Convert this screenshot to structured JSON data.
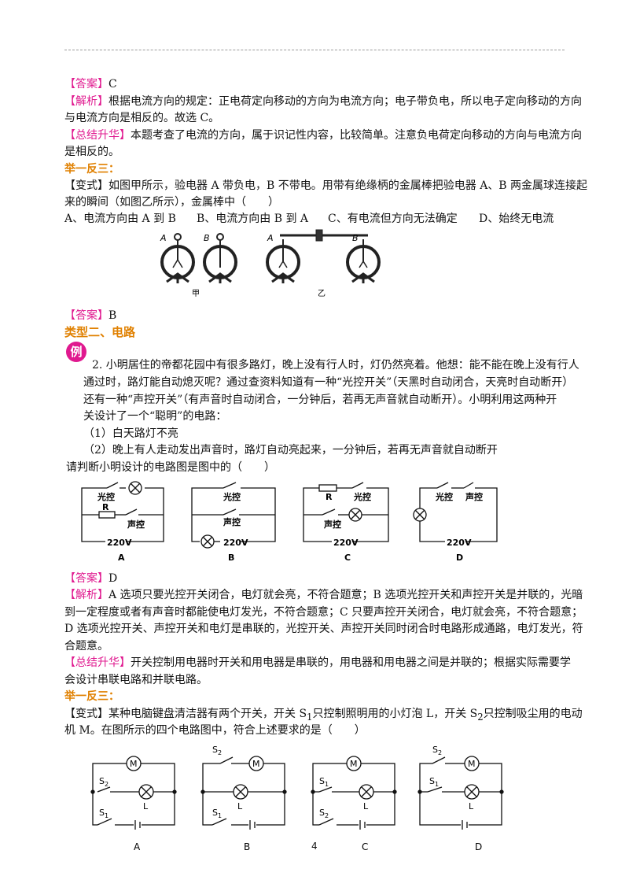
{
  "answer1": {
    "tag": "【答案】",
    "text": "C"
  },
  "analysis1": {
    "tag": "【解析】",
    "line1": "根据电流方向的规定：正电荷定向移动的方向为电流方向；电子带负电，所以电子定向移动的方向",
    "line2": "与电流方向是相反的。故选 C。"
  },
  "summary1": {
    "tag": "【总结升华】",
    "line1": "本题考查了电流的方向，属于识记性内容，比较简单。注意负电荷定向移动的方向与电流方向",
    "line2": "是相反的。"
  },
  "ju1": "举一反三：",
  "variant1": {
    "tag": "【变式】",
    "line1": "如图甲所示，验电器 A 带负电，B 不带电。用带有绝缘柄的金属棒把验电器 A、B 两金属球连接起",
    "line2": "来的瞬间（如图乙所示），金属棒中（　　）"
  },
  "options1": [
    "A、电流方向由 A 到 B",
    "B、电流方向由 B 到 A",
    "C、有电流但方向无法确定",
    "D、始终无电流"
  ],
  "fig1": {
    "label_a": "A",
    "label_b": "B",
    "caption_left": "甲",
    "caption_right": "乙"
  },
  "answer2": {
    "tag": "【答案】",
    "text": "B"
  },
  "type2": "类型二、电路",
  "example_badge": "例",
  "q2": {
    "line1": "2. 小明居住的帝都花园中有很多路灯，晚上没有行人时，灯仍然亮着。他想：能不能在晚上没有行人",
    "line2": "通过时，路灯能自动熄灭呢？通过查资料知道有一种“光控开关”（天黑时自动闭合，天亮时自动断开）",
    "line3": "还有一种“声控开关”（有声音时自动闭合，一分钟后，若再无声音就自动断开）。小明利用这两种开",
    "line4": "关设计了一个“聪明”的电路：",
    "line5": "（1）白天路灯不亮",
    "line6": "（2）晚上有人走动发出声音时，路灯自动亮起来，一分钟后，若再无声音就自动断开",
    "line7": "请判断小明设计的电路图是图中的（　　）"
  },
  "fig2": {
    "light": "光控",
    "sound": "声控",
    "r": "R",
    "voltage": "220V",
    "labels": [
      "A",
      "B",
      "C",
      "D"
    ]
  },
  "answer3": {
    "tag": "【答案】",
    "text": "D"
  },
  "analysis3": {
    "tag": "【解析】",
    "line1": "A 选项只要光控开关闭合，电灯就会亮，不符合题意；B 选项光控开关和声控开关是并联的，光暗",
    "line2": "到一定程度或者有声音时都能使电灯发光，不符合题意；C 只要声控开关闭合，电灯就会亮，不符合题意；",
    "line3": "D 选项光控开关、声控开关和电灯是串联的，光控开关、声控开关同时闭合时电路形成通路，电灯发光，符",
    "line4": "合题意。"
  },
  "summary3": {
    "tag": "【总结升华】",
    "line1": "开关控制用电器时开关和用电器是串联的，用电器和用电器之间是并联的；根据实际需要学",
    "line2": "会设计串联电路和并联电路。"
  },
  "ju2": "举一反三：",
  "variant2": {
    "tag": "【变式】",
    "line1a": "某种电脑键盘清洁器有两个开关，开关 S",
    "line1b": "只控制照明用的小灯泡 L，开关 S",
    "line1c": "只控制吸尘用的电动",
    "sub1": "1",
    "sub2": "2",
    "line2": "机 M。在图所示的四个电路图中，符合上述要求的是（　　）"
  },
  "fig3": {
    "m": "M",
    "l": "L",
    "s": "S",
    "sub1": "1",
    "sub2": "2",
    "labels": [
      "A",
      "B",
      "C",
      "D"
    ]
  },
  "page_number": "4"
}
